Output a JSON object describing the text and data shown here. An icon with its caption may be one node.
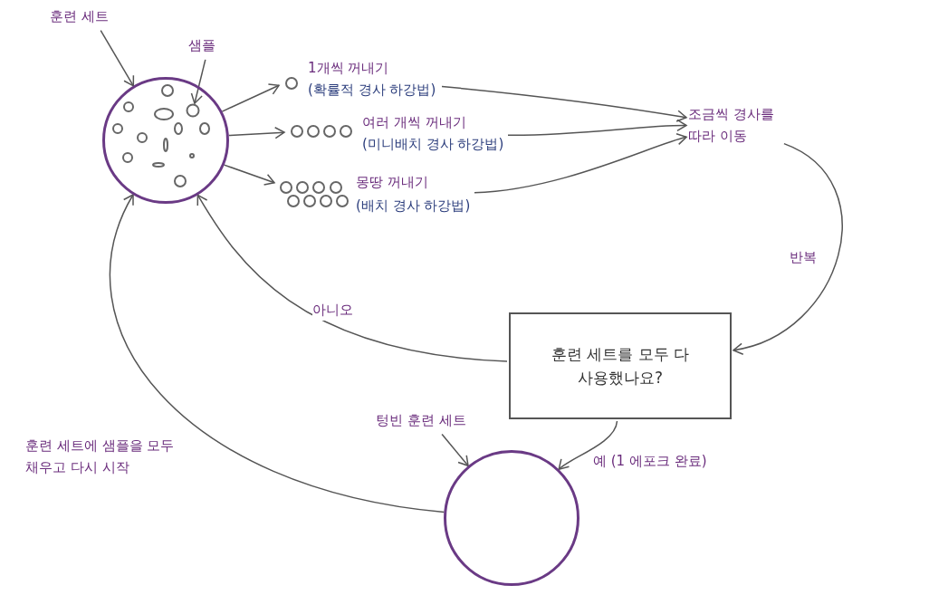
{
  "diagram": {
    "nodes": [
      {
        "text": [
          "훈련 세트"
        ]
      },
      {
        "text": [
          "샘플"
        ]
      },
      {
        "text": [],
        "shape": "circle"
      },
      {
        "text": [],
        "shape": "circle",
        "in": 2
      },
      {
        "text": [
          "1개씩 꺼내기",
          "(확률적 경사 하강법)"
        ]
      },
      {
        "text": [
          "여러 개씩 꺼내기",
          "(미니배치 경사 하강법)"
        ]
      },
      {
        "text": [
          "몽땅 꺼내기",
          "(배치 경사 하강법)"
        ]
      },
      {
        "text": [
          "조금씩 경사를 따라 이동"
        ]
      },
      {
        "text": [
          "훈련 세트를 모두 다 사용했나요?"
        ]
      },
      {
        "text": [
          "텅빈 훈련 세트"
        ]
      },
      {
        "text": [],
        "shape": "circle"
      }
    ],
    "edges": [
      {
        "from": 0,
        "to": 2,
        "arrow": "to"
      },
      {
        "from": 1,
        "to": 3,
        "arrow": "to"
      },
      {
        "from": 2,
        "to": 4,
        "arrow": "to"
      },
      {
        "from": 2,
        "to": 5,
        "arrow": "to"
      },
      {
        "from": 2,
        "to": 6,
        "arrow": "to"
      },
      {
        "from": 4,
        "to": 7,
        "arrow": "to"
      },
      {
        "from": 5,
        "to": 7,
        "arrow": "to"
      },
      {
        "from": 6,
        "to": 7,
        "arrow": "to"
      },
      {
        "from": 7,
        "to": 8,
        "arrow": "to",
        "label": "반복"
      },
      {
        "from": 8,
        "to": 2,
        "arrow": "to",
        "label": "아니오"
      },
      {
        "from": 8,
        "to": 10,
        "arrow": "to",
        "label": "예 (1 에포크 완료)"
      },
      {
        "from": 10,
        "to": 2,
        "arrow": "to",
        "label": "훈련 세트에 샘플을 모두 채우고 다시 시작"
      },
      {
        "from": 9,
        "to": 10,
        "arrow": "to"
      }
    ]
  }
}
